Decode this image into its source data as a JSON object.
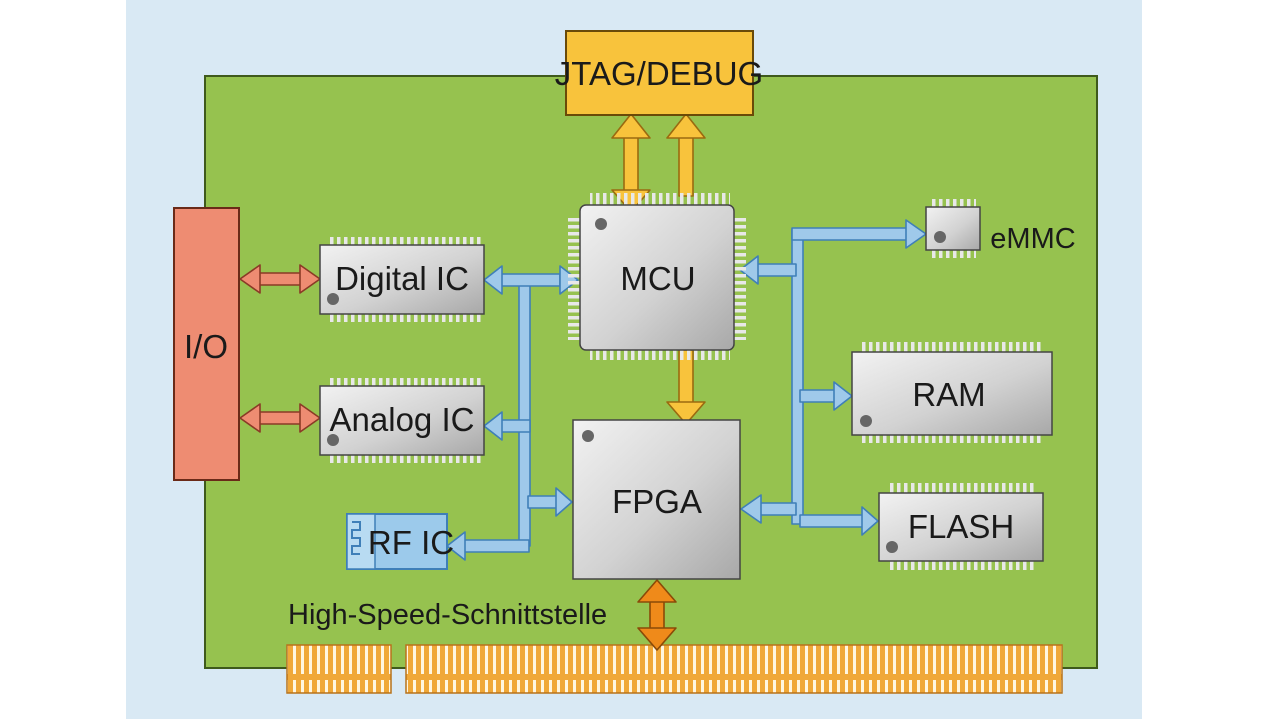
{
  "colors": {
    "frame_background": "#d9e9f4",
    "board": "#96c24f",
    "chip": "#d4d4d4",
    "io_block": "#ee8c72",
    "debug_block": "#f8c33c",
    "blue_bus": "#9fc9ea",
    "orange_link": "#f8c33c",
    "salmon_link": "#ee8c72",
    "connector": "#f0a838",
    "rf_block": "#9ccaeb"
  },
  "labels": {
    "io": "I/O",
    "jtag": "JTAG/DEBUG",
    "digital_ic": "Digital IC",
    "analog_ic": "Analog IC",
    "rf_ic": "RF IC",
    "mcu": "MCU",
    "fpga": "FPGA",
    "emmc": "eMMC",
    "ram": "RAM",
    "flash": "FLASH",
    "high_speed": "High-Speed-Schnittstelle"
  }
}
